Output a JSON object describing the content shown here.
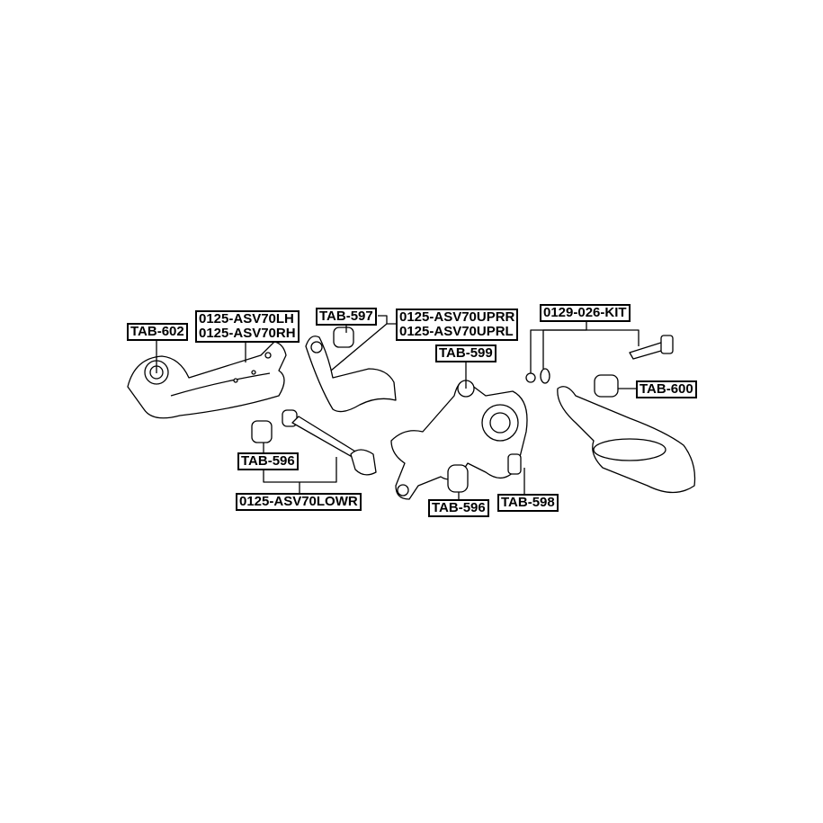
{
  "labels": {
    "tab602": "TAB-602",
    "trailing_arm_lh": "0125-ASV70LH",
    "trailing_arm_rh": "0125-ASV70RH",
    "tab597": "TAB-597",
    "upper_arm_r": "0125-ASV70UPRR",
    "upper_arm_l": "0125-ASV70UPRL",
    "kit": "0129-026-KIT",
    "tab599": "TAB-599",
    "tab600": "TAB-600",
    "tab596_left": "TAB-596",
    "lower_arm": "0125-ASV70LOWR",
    "tab596_mid": "TAB-596",
    "tab598": "TAB-598"
  }
}
